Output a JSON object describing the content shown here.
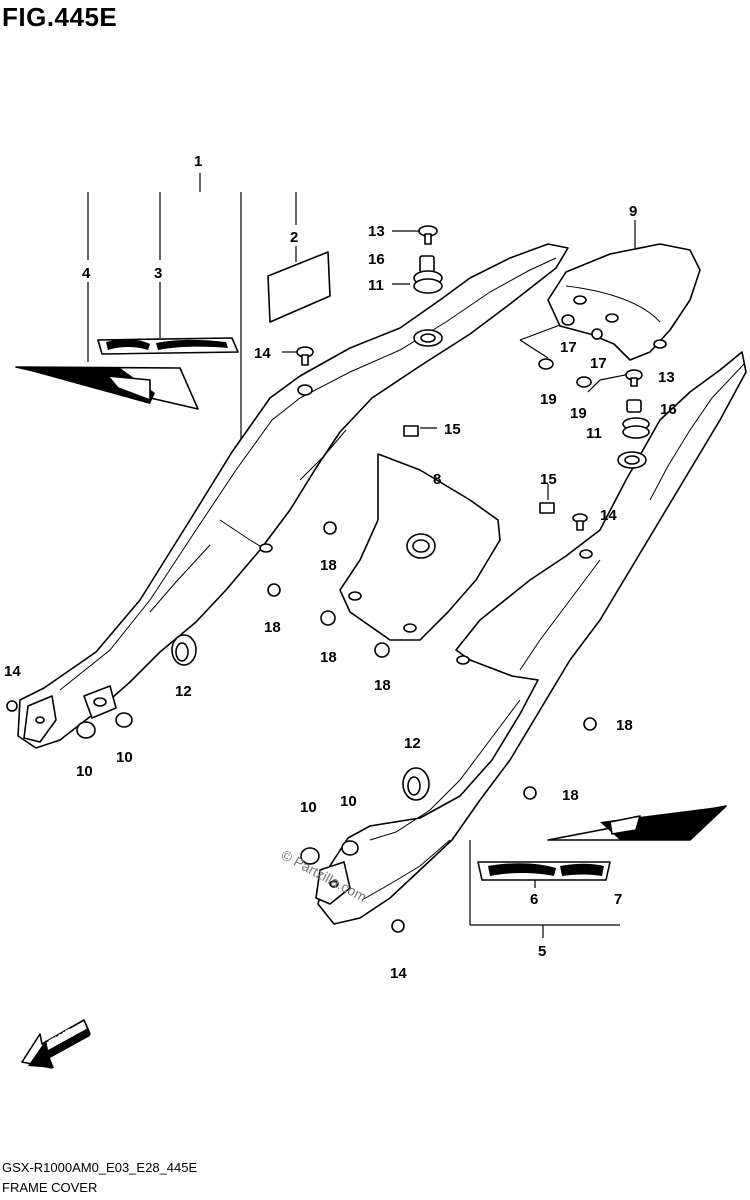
{
  "figure": {
    "title": "FIG.445E",
    "code": "GSX-R1000AM0_E03_E28_445E",
    "caption": "FRAME COVER",
    "watermark": "© Partzilla.com",
    "fwd_label": "FWD"
  },
  "callouts": {
    "c1": "1",
    "c2": "2",
    "c3": "3",
    "c4": "4",
    "c5": "5",
    "c6": "6",
    "c7": "7",
    "c8": "8",
    "c9": "9",
    "c10a": "10",
    "c10b": "10",
    "c10c": "10",
    "c10d": "10",
    "c11a": "11",
    "c11b": "11",
    "c12a": "12",
    "c12b": "12",
    "c13a": "13",
    "c13b": "13",
    "c14a": "14",
    "c14b": "14",
    "c14c": "14",
    "c14d": "14",
    "c15a": "15",
    "c15b": "15",
    "c16a": "16",
    "c16b": "16",
    "c17a": "17",
    "c17b": "17",
    "c18a": "18",
    "c18b": "18",
    "c18c": "18",
    "c18d": "18",
    "c18e": "18",
    "c18f": "18",
    "c19a": "19",
    "c19b": "19"
  }
}
